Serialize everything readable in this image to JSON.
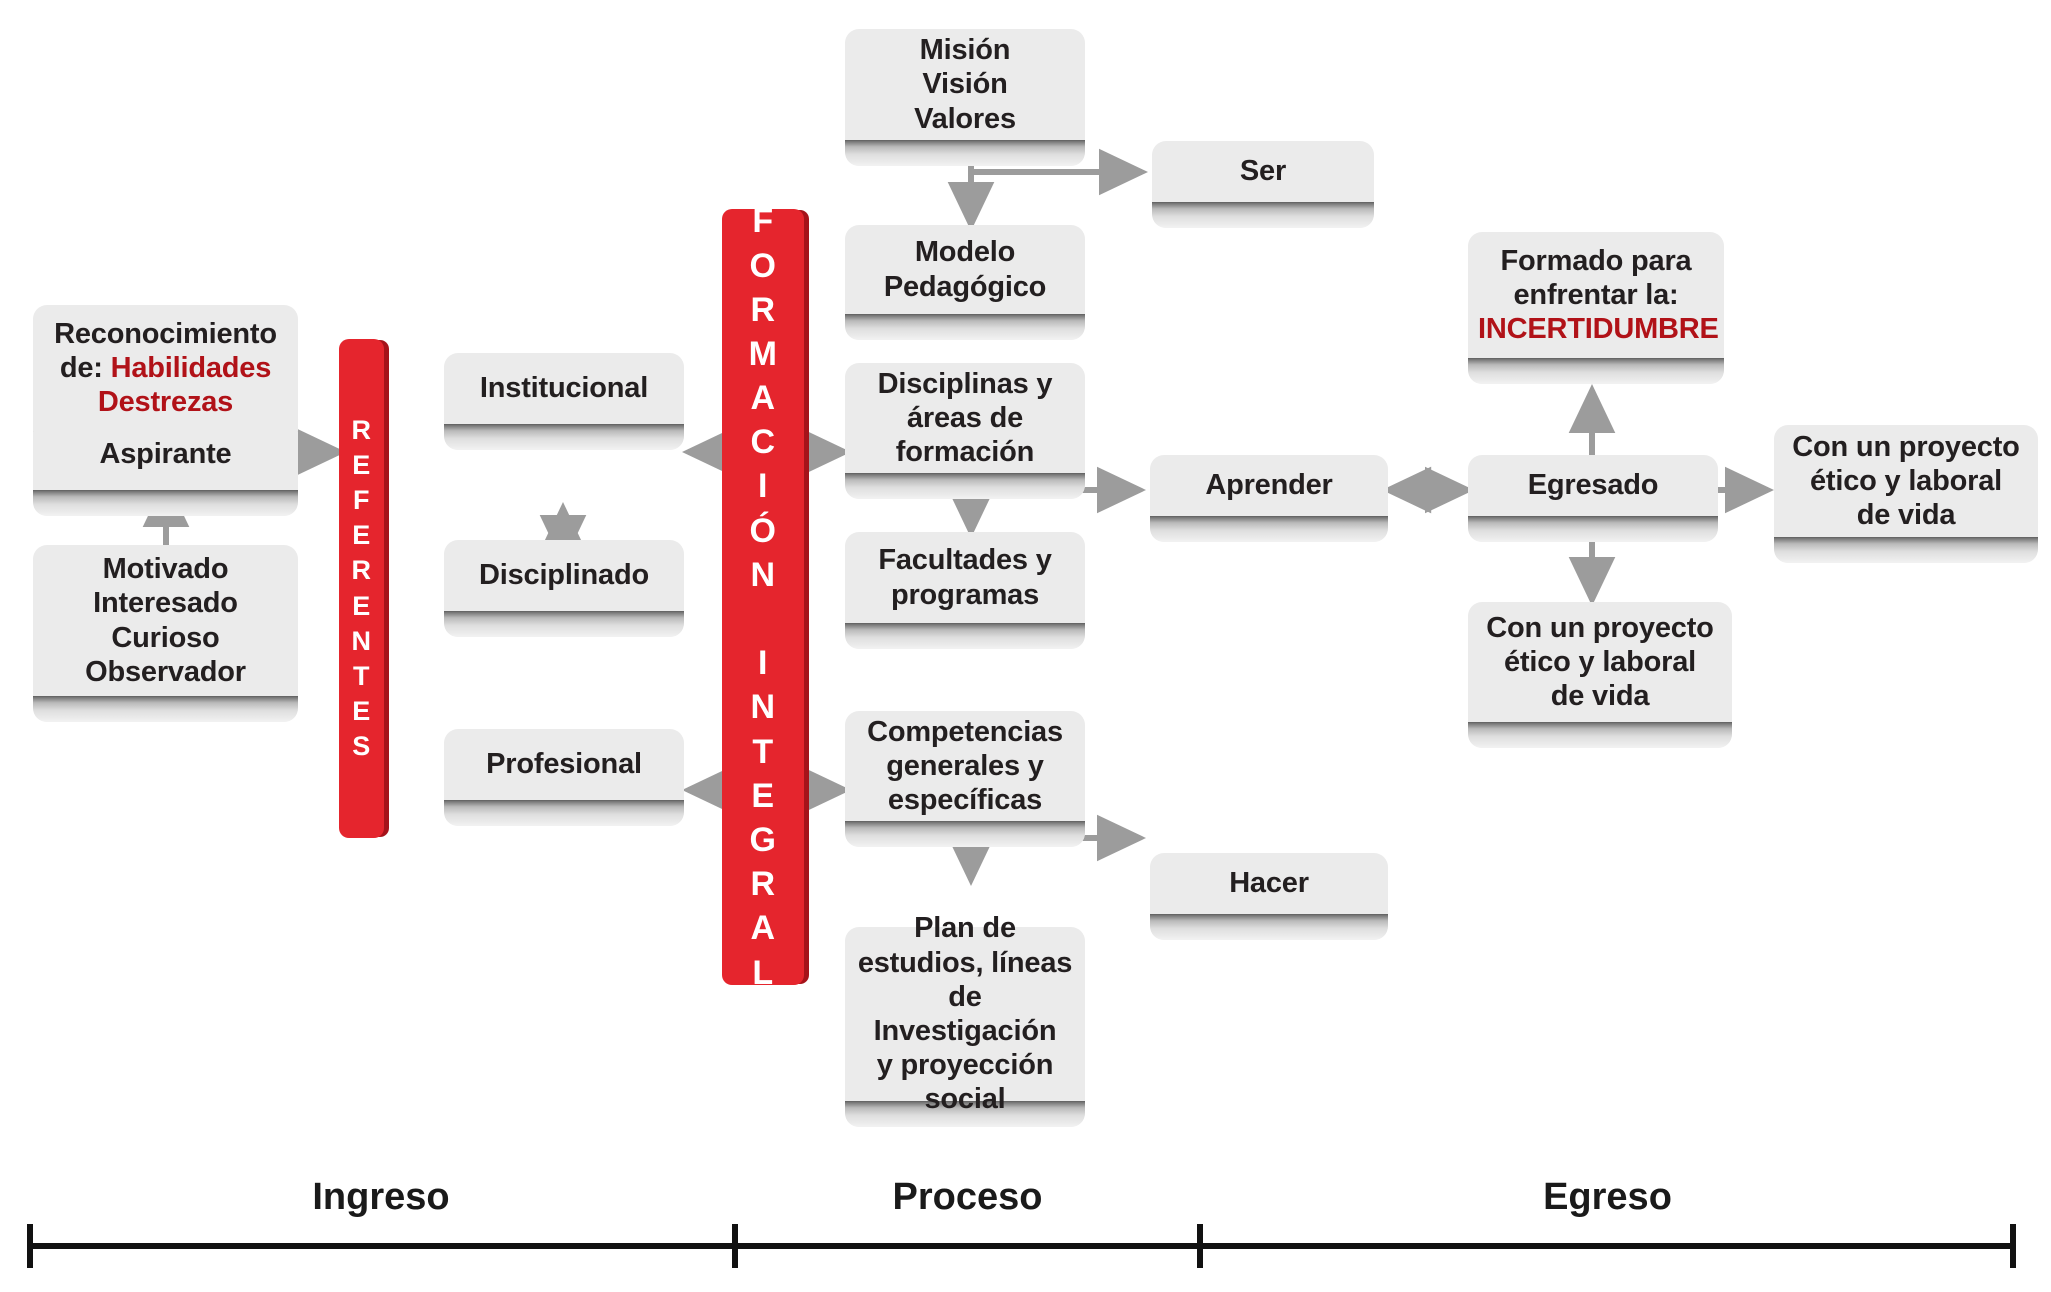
{
  "diagram": {
    "title": "Ruta de Formacion Integral",
    "colors": {
      "box_fill": "#ebebeb",
      "box_shelf": "#7c7c7c",
      "accent_red": "#e5252d",
      "accent_red_dark": "#a5131a",
      "text_red": "#b11218",
      "text_dark": "#231f20",
      "arrow_gray": "#9c9c9c",
      "axis_black": "#111111"
    },
    "nodes": {
      "reconocimiento": {
        "line1": "Reconocimiento",
        "line2_prefix": "de: ",
        "line2_accent": "Habilidades",
        "line3_accent": "Destrezas"
      },
      "aspirante": "Aspirante",
      "motivado": "Motivado\nInteresado\nCurioso\nObservador",
      "institucional": "Institucional",
      "disciplinado": "Disciplinado",
      "profesional": "Profesional",
      "mision": "Misión\nVisión\nValores",
      "ser": "Ser",
      "modelo": "Modelo\nPedagógico",
      "disciplinas": "Disciplinas y\náreas de\nformación",
      "facultades": "Facultades y\nprogramas",
      "aprender": "Aprender",
      "competencias": "Competencias\ngenerales y\nespecíficas",
      "hacer": "Hacer",
      "plan": "Plan de\nestudios, líneas\nde Investigación\ny proyección\nsocial",
      "formado": {
        "line1": "Formado para",
        "line2": "enfrentar la:",
        "line3_accent": "INCERTIDUMBRE"
      },
      "egresado": "Egresado",
      "proyecto_right": "Con un proyecto\nético y laboral\nde vida",
      "proyecto_bottom": "Con un proyecto\nético y laboral\nde vida"
    },
    "red_bars": {
      "referentes": "R\nE\nF\nE\nR\nE\nN\nT\nE\nS",
      "formacion_integral": "F\nO\nR\nM\nA\nC\nI\nÓ\nN\n \nI\nN\nT\nE\nG\nR\nA\nL"
    },
    "phases": [
      {
        "label": "Ingreso"
      },
      {
        "label": "Proceso"
      },
      {
        "label": "Egreso"
      }
    ]
  }
}
